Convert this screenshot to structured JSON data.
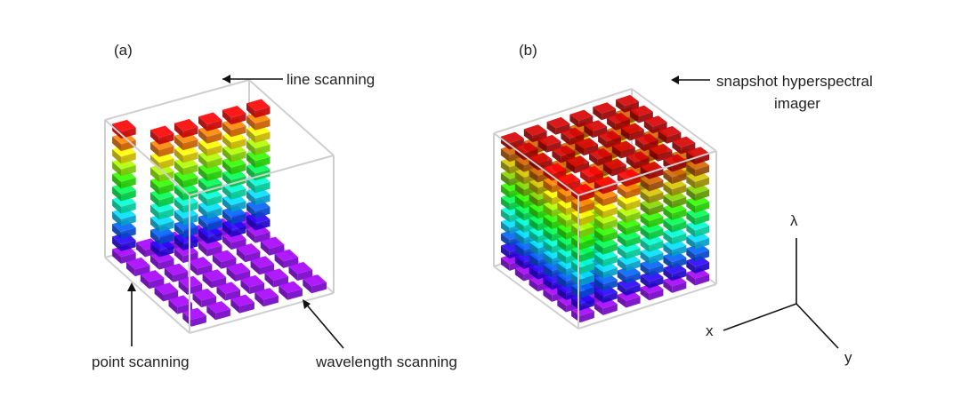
{
  "panel_a": {
    "label": "(a)",
    "line_scanning": "line scanning",
    "point_scanning": "point scanning",
    "wavelength_scanning": "wavelength scanning"
  },
  "panel_b": {
    "label": "(b)",
    "snapshot_line1": "snapshot hyperspectral",
    "snapshot_line2": "imager"
  },
  "axes": {
    "lambda": "λ",
    "x": "x",
    "y": "y"
  },
  "colors": {
    "edge": "#cfcfcf",
    "text": "#222222"
  }
}
